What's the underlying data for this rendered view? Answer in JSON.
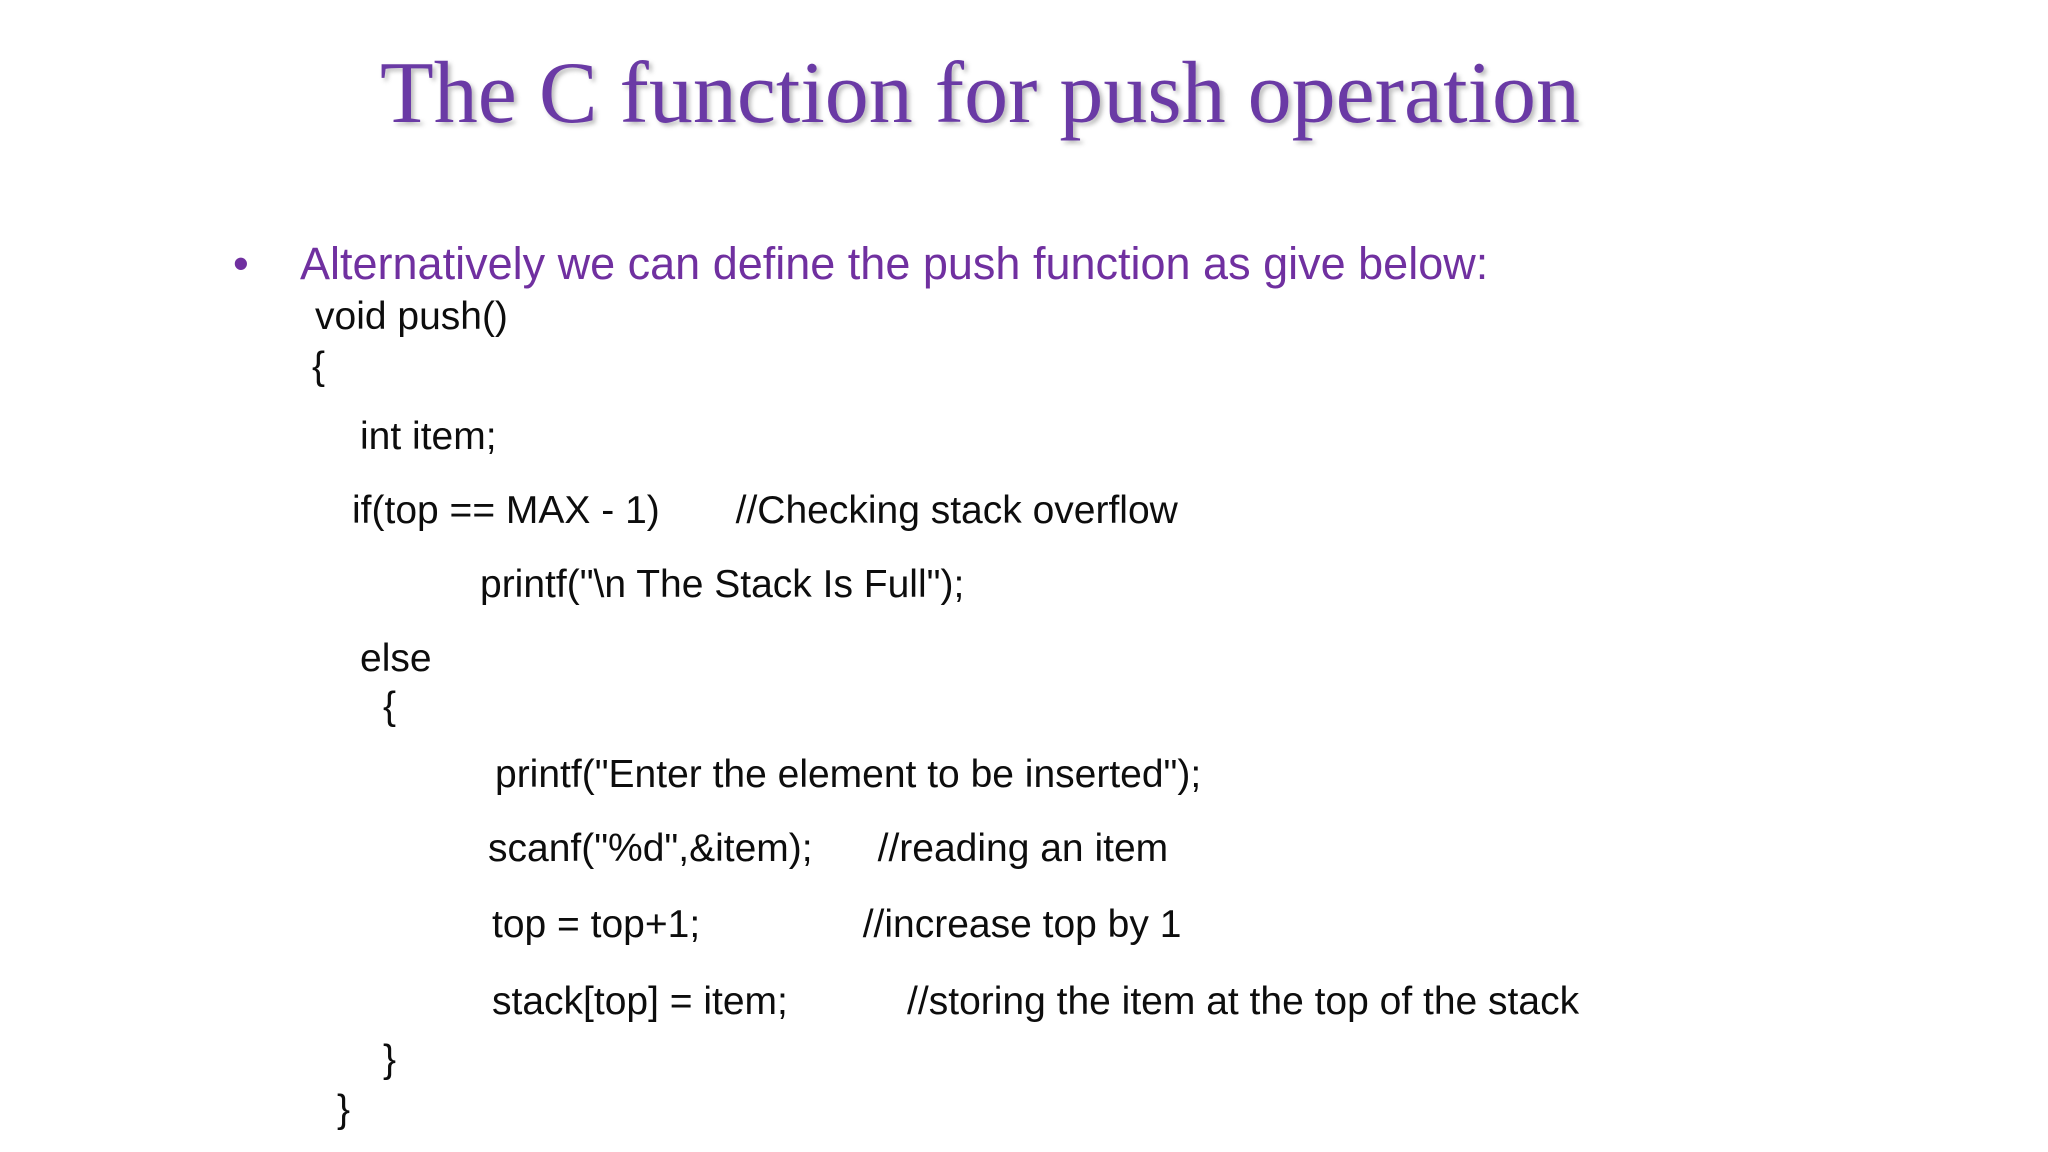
{
  "slide": {
    "title": "The C function for push operation",
    "bullet_marker": "•",
    "bullet_text": "Alternatively we can define the push function as give below:",
    "code_lines": [
      "void push()",
      "{",
      "int item;",
      "if(top == MAX - 1)       //Checking stack overflow",
      "printf(\"\\n The Stack Is Full\");",
      "else",
      "{",
      "printf(\"Enter the element to be inserted\");",
      "scanf(\"%d\",&item);      //reading an item",
      "top = top+1;               //increase top by 1",
      "stack[top] = item;           //storing the item at the top of the stack",
      "}",
      "}"
    ]
  },
  "theme": {
    "background": "#ffffff",
    "title_color": "#6a3aa5",
    "bullet_color": "#7030a0",
    "code_color": "#0d0d0d"
  }
}
